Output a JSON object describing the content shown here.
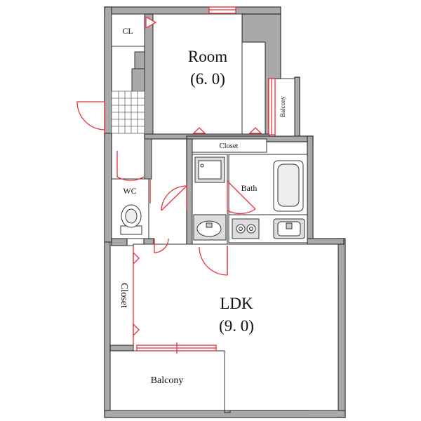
{
  "colors": {
    "wall": "#a9a9a9",
    "wall_outline": "#333333",
    "door": "#e8323c",
    "fixture_fill": "#e6e6e6",
    "background": "#ffffff"
  },
  "rooms": {
    "room": {
      "name": "Room",
      "size": "(6. 0)"
    },
    "ldk": {
      "name": "LDK",
      "size": "(9. 0)"
    },
    "cl": {
      "name": "CL"
    },
    "balcony_side": {
      "name": "Balcony"
    },
    "closet_top": {
      "name": "Closet"
    },
    "bath": {
      "name": "Bath"
    },
    "wc": {
      "name": "WC"
    },
    "closet_left": {
      "name": "Closet"
    },
    "balcony_bottom": {
      "name": "Balcony"
    }
  },
  "icons": [
    "door-swing-icon",
    "sliding-door-icon",
    "toilet-icon",
    "bathtub-icon",
    "sink-icon",
    "stove-icon",
    "shower-pan-icon",
    "entry-tile-icon"
  ]
}
